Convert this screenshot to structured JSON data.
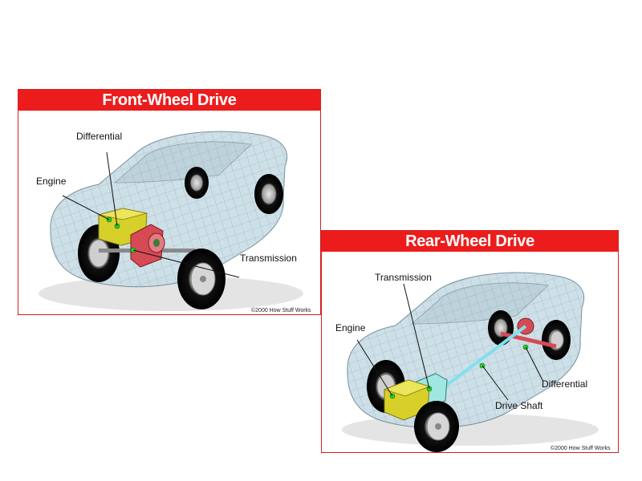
{
  "front": {
    "title": "Front-Wheel Drive",
    "labels": {
      "differential": "Differential",
      "engine": "Engine",
      "transmission": "Transmission"
    },
    "copyright": "©2000 How Stuff Works"
  },
  "rear": {
    "title": "Rear-Wheel Drive",
    "labels": {
      "transmission": "Transmission",
      "engine": "Engine",
      "differential": "Differential",
      "drive_shaft": "Drive Shaft"
    },
    "copyright": "©2000 How Stuff Works"
  },
  "colors": {
    "header_red": "#ed1c1c",
    "car_body": "#c9dde6",
    "engine_yellow": "#d8d02a",
    "transmission_red": "#d64a55",
    "drive_shaft_cyan": "#7fe0ee",
    "marker_green": "#2dd12d"
  }
}
